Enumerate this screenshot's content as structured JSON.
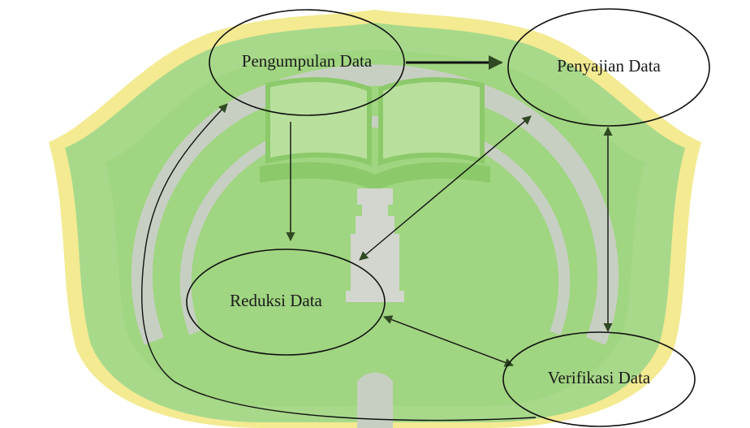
{
  "colors": {
    "background": "#ffffff",
    "watermark_green": "#a8d98a",
    "watermark_green_dark": "#8cc96a",
    "watermark_yellow": "#f3ea92",
    "watermark_gray": "#c7cfc2",
    "stroke": "#111111",
    "arrow_fill": "#2f4a22"
  },
  "watermark": {
    "description_icon": "institutional-seal-watermark"
  },
  "nodes": {
    "pengumpulan": {
      "label": "Pengumpulan Data"
    },
    "penyajian": {
      "label": "Penyajian Data"
    },
    "reduksi": {
      "label": "Reduksi Data"
    },
    "verifikasi": {
      "label": "Verifikasi Data"
    }
  }
}
